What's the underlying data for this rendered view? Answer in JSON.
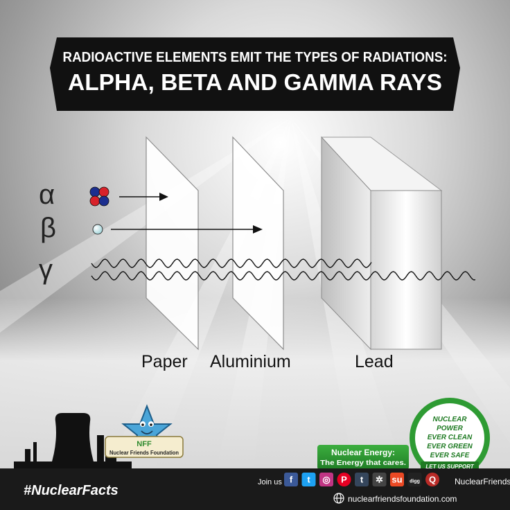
{
  "title": {
    "line1": "RADIOACTIVE ELEMENTS EMIT THE TYPES OF RADIATIONS:",
    "line2": "ALPHA, BETA AND GAMMA RAYS"
  },
  "radiations": [
    {
      "symbol": "α",
      "name": "alpha"
    },
    {
      "symbol": "β",
      "name": "beta"
    },
    {
      "symbol": "γ",
      "name": "gamma"
    }
  ],
  "materials": [
    "Paper",
    "Aluminium",
    "Lead"
  ],
  "brand": {
    "logo_letters": "NFF",
    "foundation_name": "Nuclear Friends Foundation",
    "hashtag": "#NuclearFacts",
    "tagline_title": "Nuclear Energy:",
    "tagline_sub": "The Energy that cares.",
    "badge_lines": [
      "NUCLEAR",
      "POWER",
      "EVER CLEAN",
      "EVER GREEN",
      "EVER SAFE"
    ],
    "badge_ribbon": "LET US SUPPORT",
    "join_label": "Join us :",
    "social_handle": "NuclearFriends",
    "website": "nuclearfriendsfoundation.com"
  },
  "social_icons": [
    {
      "name": "facebook",
      "glyph": "f",
      "color": "#3b5998"
    },
    {
      "name": "twitter",
      "glyph": "t",
      "color": "#1da1f2"
    },
    {
      "name": "instagram",
      "glyph": "◎",
      "color": "#c13584"
    },
    {
      "name": "pinterest",
      "glyph": "P",
      "color": "#e60023"
    },
    {
      "name": "tumblr",
      "glyph": "t",
      "color": "#35465c"
    },
    {
      "name": "myspace",
      "glyph": "✲",
      "color": "#444444"
    },
    {
      "name": "stumbleupon",
      "glyph": "su",
      "color": "#eb4924"
    },
    {
      "name": "digg",
      "glyph": "digg",
      "color": "#222222"
    },
    {
      "name": "quora",
      "glyph": "Q",
      "color": "#b92b27"
    }
  ],
  "colors": {
    "title_banner": "#111111",
    "bottom_bar": "#1a1a1a",
    "badge_green": "#2e9b33",
    "alpha_red": "#d8222a",
    "alpha_blue": "#1c2f8f",
    "beta_fill": "#cde9ec"
  }
}
